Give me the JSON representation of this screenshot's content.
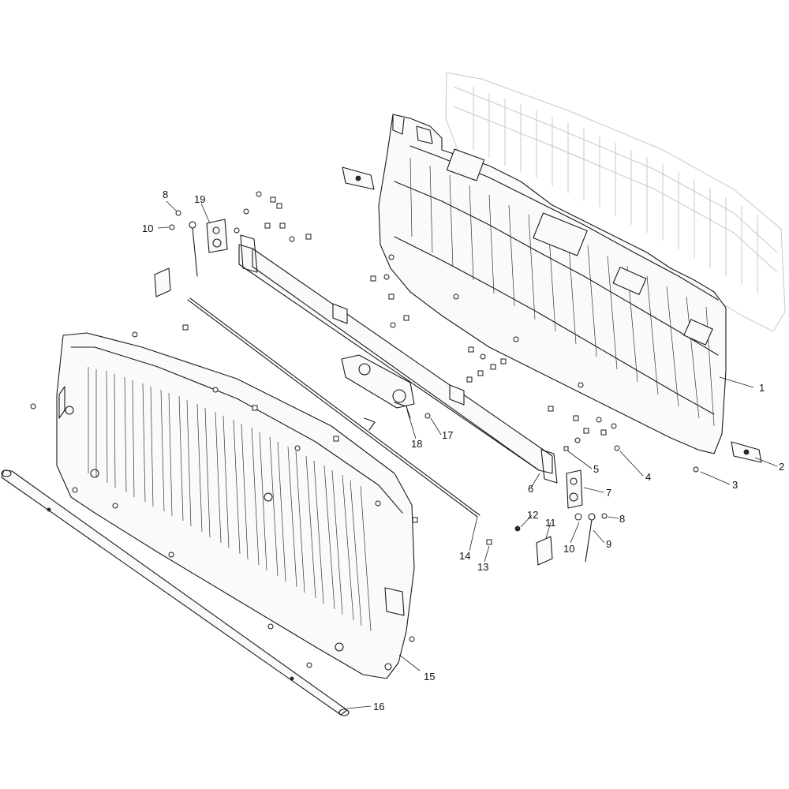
{
  "diagram": {
    "callouts": [
      {
        "label": "1"
      },
      {
        "label": "2"
      },
      {
        "label": "3"
      },
      {
        "label": "4"
      },
      {
        "label": "5"
      },
      {
        "label": "6"
      },
      {
        "label": "7"
      },
      {
        "label": "8"
      },
      {
        "label": "9"
      },
      {
        "label": "10"
      },
      {
        "label": "11"
      },
      {
        "label": "12"
      },
      {
        "label": "13"
      },
      {
        "label": "14"
      },
      {
        "label": "15"
      },
      {
        "label": "16"
      },
      {
        "label": "17"
      },
      {
        "label": "18"
      },
      {
        "label": "8"
      },
      {
        "label": "10"
      },
      {
        "label": "19"
      }
    ]
  }
}
